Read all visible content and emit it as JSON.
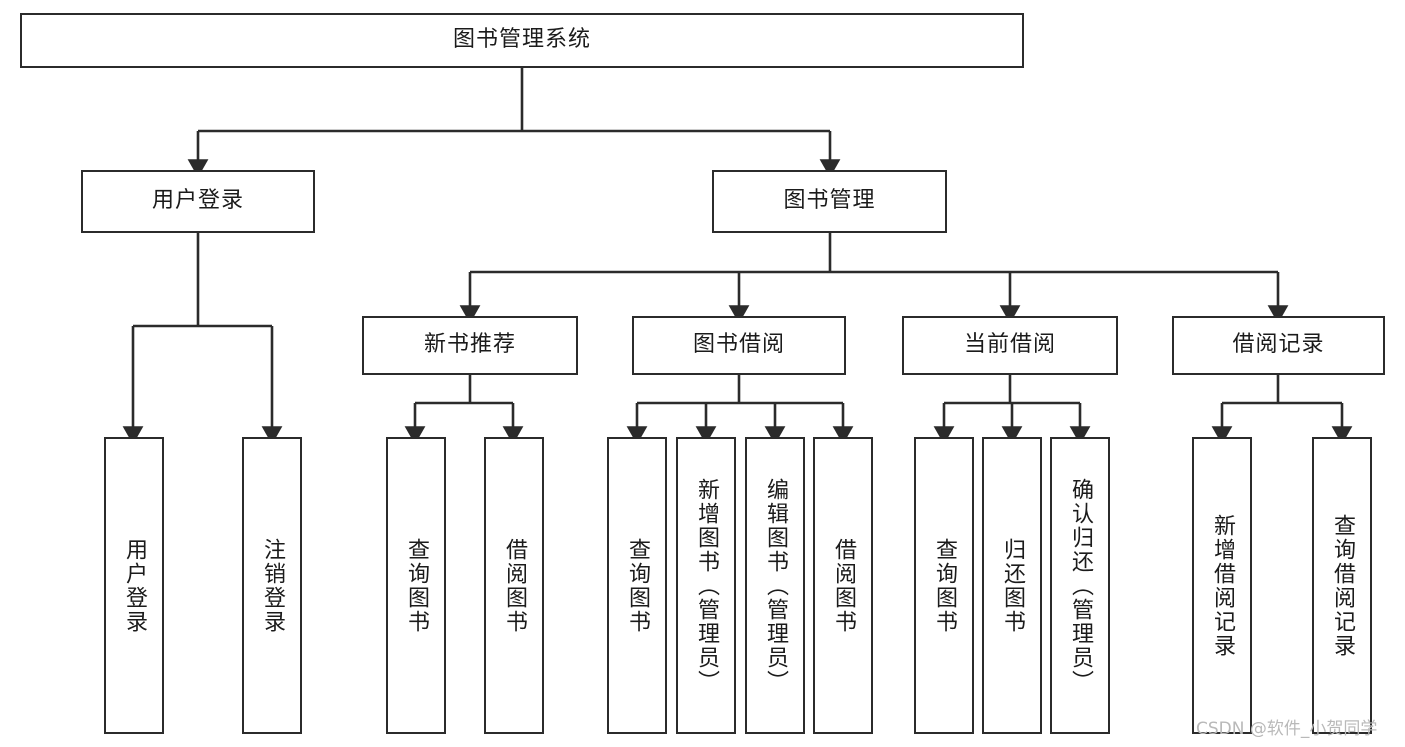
{
  "diagram": {
    "type": "tree-hierarchy",
    "title": "图书管理系统",
    "orientation": "top-down",
    "colors": {
      "box_border": "#2b2b2b",
      "box_fill": "#ffffff",
      "edge": "#2b2b2b",
      "text": "#1b1b1b",
      "watermark": "#b9b9b9",
      "background": "#ffffff"
    },
    "root": {
      "label": "图书管理系统"
    },
    "level2": [
      {
        "label": "用户登录"
      },
      {
        "label": "图书管理"
      }
    ],
    "level3": [
      {
        "label": "新书推荐"
      },
      {
        "label": "图书借阅"
      },
      {
        "label": "当前借阅"
      },
      {
        "label": "借阅记录"
      }
    ],
    "leaves": {
      "user_login": [
        {
          "label": "用户登录"
        },
        {
          "label": "注销登录"
        }
      ],
      "new_book_recommend": [
        {
          "label": "查询图书"
        },
        {
          "label": "借阅图书"
        }
      ],
      "book_borrow": [
        {
          "label": "查询图书"
        },
        {
          "label": "新增图书（管理员）"
        },
        {
          "label": "编辑图书（管理员）"
        },
        {
          "label": "借阅图书"
        }
      ],
      "current_borrow": [
        {
          "label": "查询图书"
        },
        {
          "label": "归还图书"
        },
        {
          "label": "确认归还（管理员）"
        }
      ],
      "borrow_record": [
        {
          "label": "新增借阅记录"
        },
        {
          "label": "查询借阅记录"
        }
      ]
    }
  },
  "watermark": {
    "text": "CSDN @软件_小贺同学"
  }
}
